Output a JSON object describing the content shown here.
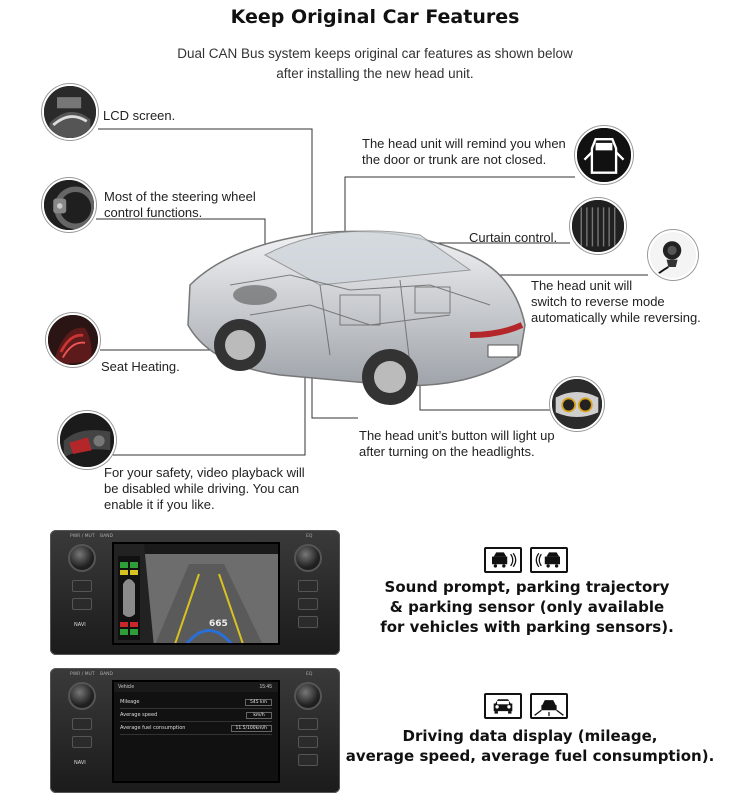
{
  "header": {
    "title": "Keep Original Car Features",
    "subtitle_line1": "Dual CAN Bus system keeps original car features as shown below",
    "subtitle_line2": "after installing the new head unit."
  },
  "features": {
    "lcd": "LCD screen.",
    "steering_1": "Most of the steering wheel",
    "steering_2": "control functions.",
    "seat": "Seat Heating.",
    "video_1": "For your safety, video playback will",
    "video_2": "be disabled while driving. You can",
    "video_3": "enable it if you like.",
    "door_1": "The head unit will remind you when",
    "door_2": "the door or trunk are not closed.",
    "curtain": "Curtain control.",
    "reverse_1": "The head unit will",
    "reverse_2": "switch to reverse mode",
    "reverse_3": "automatically while reversing.",
    "lights_1": "The head unit’s button will light up",
    "lights_2": "after turning on the headlights."
  },
  "parking": {
    "line1": "Sound prompt, parking trajectory",
    "line2": "& parking sensor (only available",
    "line3": "for vehicles with parking sensors).",
    "plate": "665",
    "icons": [
      "parking-sensor-front-icon",
      "parking-sensor-rear-icon"
    ]
  },
  "driving": {
    "line1": "Driving data display (mileage,",
    "line2": "average speed, average fuel consumption).",
    "screen_title": "Vehicle",
    "time": "15:45",
    "rows": [
      {
        "label": "Mileage",
        "value": "545 km"
      },
      {
        "label": "Average speed",
        "value": "km/h"
      },
      {
        "label": "Average fuel consumption",
        "value": "11.5/100km/h"
      }
    ],
    "icons": [
      "car-front-icon",
      "car-road-icon"
    ]
  },
  "head_unit": {
    "pwr_label": "PWR / MUT",
    "navi_label": "NAVI",
    "band_label": "BAND",
    "eq_label": "EQ"
  },
  "colors": {
    "line": "#333333",
    "sensor_green": "#2e9e3a",
    "sensor_yellow": "#d9c21f",
    "sensor_red": "#c8262a"
  }
}
